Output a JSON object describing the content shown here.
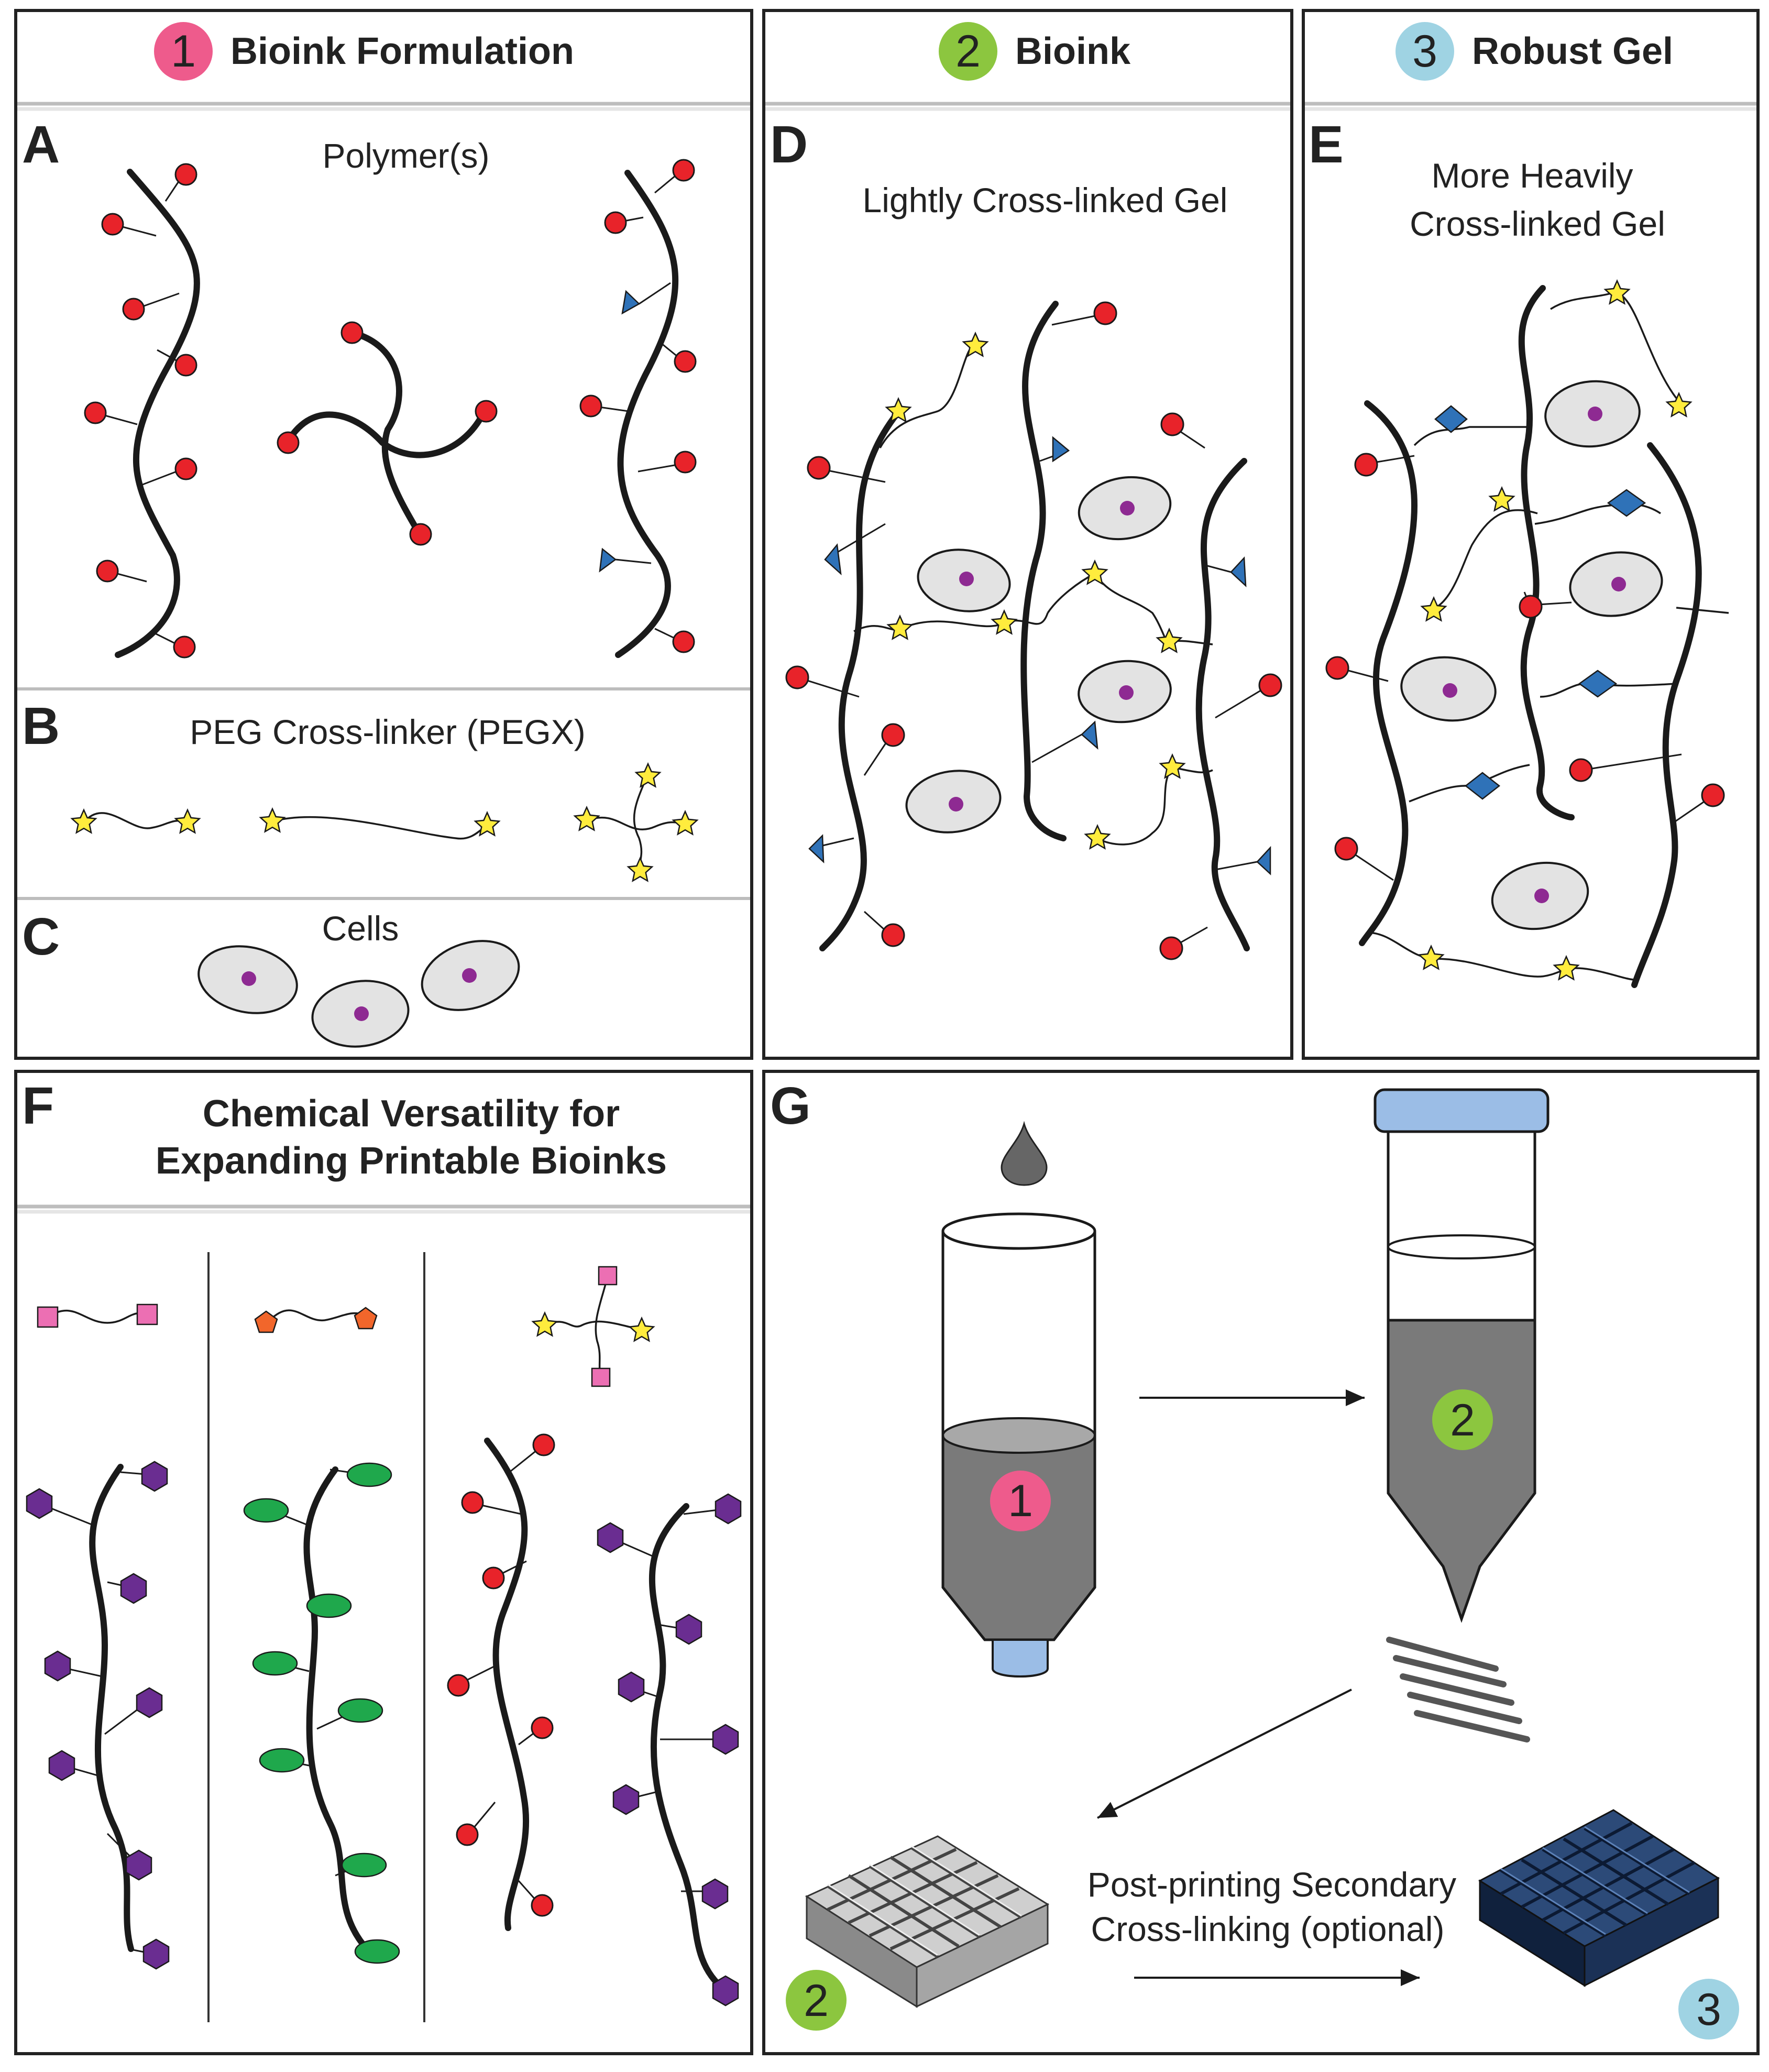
{
  "headers": {
    "formulation": {
      "num": "1",
      "title": "Bioink Formulation"
    },
    "bioink": {
      "num": "2",
      "title": "Bioink"
    },
    "robust": {
      "num": "3",
      "title": "Robust Gel"
    }
  },
  "panels": {
    "A": {
      "letter": "A",
      "caption": "Polymer(s)"
    },
    "B": {
      "letter": "B",
      "caption": "PEG Cross-linker (PEGX)"
    },
    "C": {
      "letter": "C",
      "caption": "Cells"
    },
    "D": {
      "letter": "D",
      "caption": "Lightly Cross-linked Gel"
    },
    "E": {
      "letter": "E",
      "caption_line1": "More Heavily",
      "caption_line2": "Cross-linked Gel"
    },
    "F": {
      "letter": "F",
      "title_line1": "Chemical Versatility for",
      "title_line2": "Expanding Printable Bioinks"
    },
    "G": {
      "letter": "G",
      "tube_label": "1",
      "syringe_label": "2",
      "scaffold_label_left": "2",
      "scaffold_label_right": "3",
      "post_line1": "Post-printing Secondary",
      "post_line2": "Cross-linking (optional)"
    }
  },
  "colors": {
    "stage1": "#ee5b8c",
    "stage2": "#8cc63f",
    "stage3": "#9fd3e3",
    "reactive_group": "#e8232a",
    "secondary_group": "#2f72b8",
    "crosslinker_star": "#ffec3d",
    "cell": "#e3e3e3",
    "nucleus": "#8e2a92",
    "syringe_cap": "#9bbde6"
  }
}
